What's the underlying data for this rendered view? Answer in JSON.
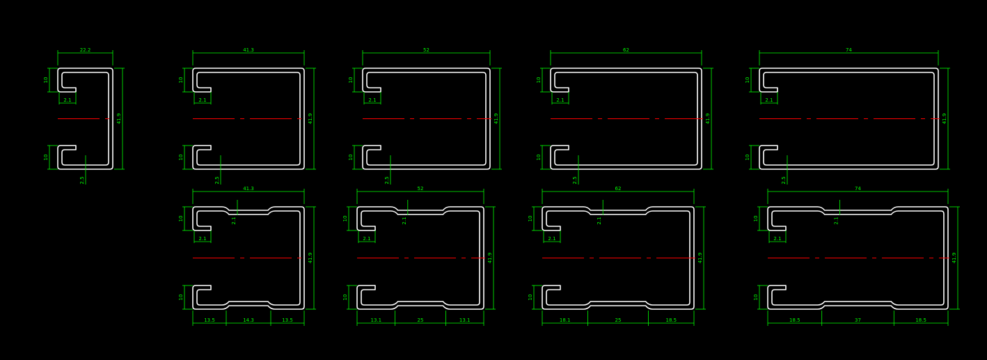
{
  "drawing": {
    "background": "#000000",
    "profile_color": "#ffffff",
    "dimension_color": "#00ff00",
    "centerline_color": "#ff0000"
  },
  "profiles": [
    {
      "id": "p1",
      "width": "22.2",
      "height": "41.9",
      "lip": "10",
      "lip_lower": "10",
      "return": "2.1",
      "thickness": "2.5"
    },
    {
      "id": "p2",
      "width": "41.3",
      "height": "41.9",
      "lip": "10",
      "lip_lower": "10",
      "return": "2.1",
      "thickness": "2.5"
    },
    {
      "id": "p3",
      "width": "52",
      "height": "41.9",
      "lip": "10",
      "lip_lower": "10",
      "return": "2.1",
      "thickness": "2.5"
    },
    {
      "id": "p4",
      "width": "62",
      "height": "41.9",
      "lip": "10",
      "lip_lower": "10",
      "return": "2.1",
      "thickness": "2.5"
    },
    {
      "id": "p5",
      "width": "74",
      "height": "41.9",
      "lip": "10",
      "lip_lower": "10",
      "return": "2.1",
      "thickness": "2.5"
    },
    {
      "id": "p6",
      "width": "41.3",
      "height": "41.9",
      "lip": "10",
      "lip_lower": "10",
      "return": "2.1",
      "groove": "2.1",
      "seg_left": "13.5",
      "seg_mid": "14.3",
      "seg_right": "13.5"
    },
    {
      "id": "p7",
      "width": "52",
      "height": "41.9",
      "lip": "10",
      "lip_lower": "10",
      "return": "2.1",
      "groove": "2.1",
      "seg_left": "13.1",
      "seg_mid": "25",
      "seg_right": "13.1"
    },
    {
      "id": "p8",
      "width": "62",
      "height": "41.9",
      "lip": "10",
      "lip_lower": "10",
      "return": "2.1",
      "groove": "2.1",
      "seg_left": "18.1",
      "seg_mid": "25",
      "seg_right": "18.5"
    },
    {
      "id": "p9",
      "width": "74",
      "height": "41.9",
      "lip": "10",
      "lip_lower": "10",
      "return": "2.1",
      "groove": "2.1",
      "seg_left": "18.5",
      "seg_mid": "37",
      "seg_right": "18.5"
    }
  ]
}
